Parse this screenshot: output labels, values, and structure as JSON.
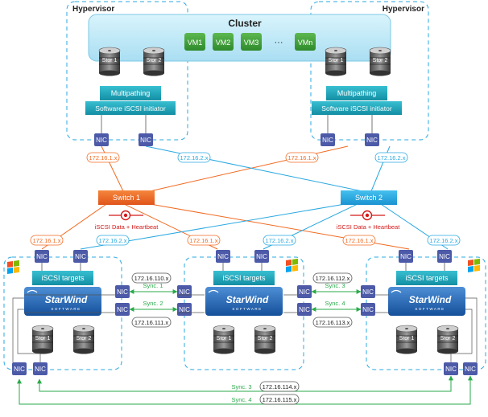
{
  "hypervisor": {
    "left_label": "Hypervisor",
    "right_label": "Hypervisor"
  },
  "cluster": {
    "title": "Cluster",
    "vms": [
      "VM1",
      "VM2",
      "VM3",
      "VMn"
    ],
    "ellipsis": "···"
  },
  "storage": {
    "stor1": "Stor 1",
    "stor2": "Stor 2"
  },
  "stack": {
    "multipathing": "Multipathing",
    "initiator": "Software iSCSI initiator",
    "targets": "iSCSI targets",
    "nic": "NIC"
  },
  "brand": {
    "name": "StarWind",
    "sub": "SOFTWARE"
  },
  "switches": {
    "switch1": "Switch 1",
    "switch2": "Switch 2"
  },
  "flow_label": "iSCSI Data + Heartbeat",
  "subnets": {
    "s1": "172.16.1.x",
    "s2": "172.16.2.x",
    "s110": "172.16.110.x",
    "s111": "172.16.111.x",
    "s112": "172.16.112.x",
    "s113": "172.16.113.x",
    "s114": "172.16.114.x",
    "s115": "172.16.115.x"
  },
  "sync": {
    "s1": "Sync. 1",
    "s2": "Sync. 2",
    "s3": "Sync. 3",
    "s4": "Sync. 4"
  },
  "colors": {
    "orange": "#f26a21",
    "blue": "#29a8e0",
    "green": "#2aaa4a",
    "nic": "#4c5aa8",
    "teal": "#1fa3b8",
    "vm": "#3d9a3a",
    "cluster": "#bfe9f7"
  }
}
